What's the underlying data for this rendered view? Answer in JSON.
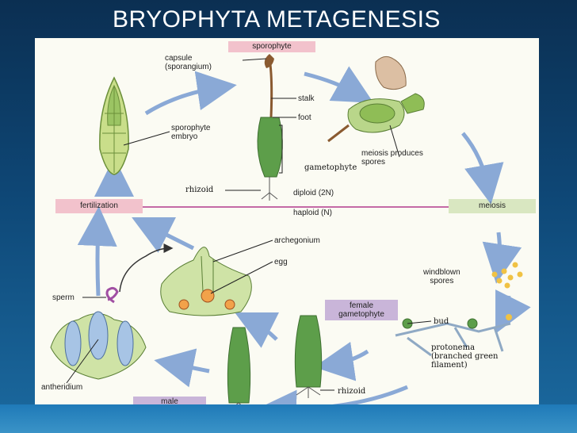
{
  "title": "BRYOPHYTA METAGENESIS",
  "colors": {
    "background": "#0e4776",
    "panel": "#fbfbf3",
    "label_box_pink": "#f2c2cc",
    "label_box_green": "#d9e7c1",
    "label_box_lavender": "#c9b5d9",
    "arrow_blue": "#8aa9d6",
    "plant_green": "#5d9e4a",
    "capsule_brown": "#c2a78a"
  },
  "labels": {
    "sporophyte": "sporophyte",
    "capsule": "capsule\n(sporangium)",
    "stalk": "stalk",
    "foot": "foot",
    "gametophyte_top": "gametophyte",
    "sporophyte_embryo": "sporophyte\nembryo",
    "meiosis_produces_spores": "meiosis produces\nspores",
    "rhizoid_top": "rhizoid",
    "diploid": "diploid (2N)",
    "haploid": "haploid (N)",
    "fertilization": "fertilization",
    "meiosis": "meiosis",
    "archegonium": "archegonium",
    "egg": "egg",
    "sperm": "sperm",
    "windblown_spores": "windblown\nspores",
    "female_gametophyte": "female\ngametophyte",
    "bud": "bud",
    "protonema": "protonema\n(branched green\nfilament)",
    "antheridium": "antheridium",
    "rhizoid_bottom": "rhizoid",
    "male_gametophyte": "male\ngametophyte"
  }
}
